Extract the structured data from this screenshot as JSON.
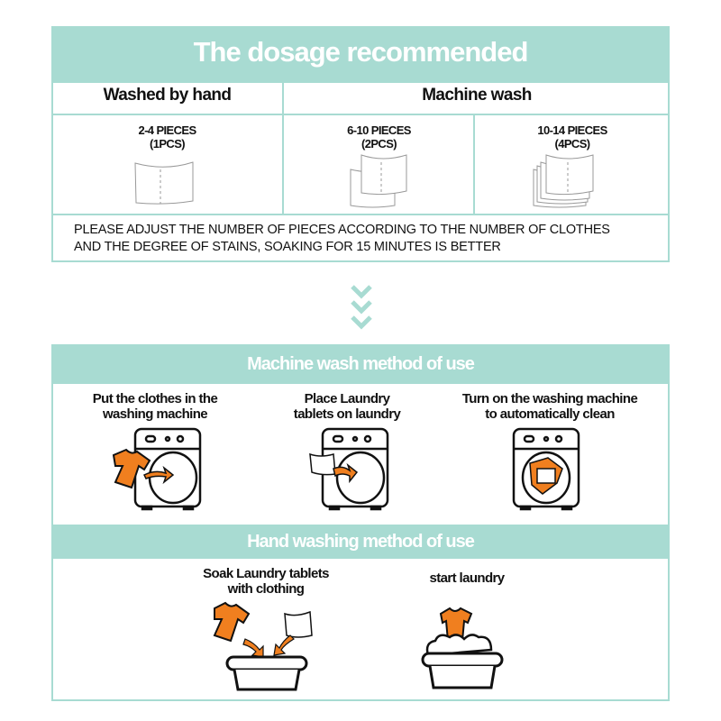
{
  "dosage": {
    "title": "The dosage recommended",
    "col_hand": "Washed by hand",
    "col_machine": "Machine wash",
    "cells": [
      {
        "pieces": "2-4 PIECES",
        "tablets": "(1PCS)"
      },
      {
        "pieces": "6-10 PIECES",
        "tablets": "(2PCS)"
      },
      {
        "pieces": "10-14 PIECES",
        "tablets": "(4PCS)"
      }
    ],
    "note_line1": "PLEASE ADJUST THE NUMBER OF PIECES ACCORDING TO THE NUMBER OF CLOTHES",
    "note_line2": "AND THE DEGREE OF STAINS, SOAKING FOR 15 MINUTES IS BETTER"
  },
  "machine": {
    "title": "Machine wash method of use",
    "steps": [
      {
        "line1": "Put the clothes in the",
        "line2": "washing machine"
      },
      {
        "line1": "Place Laundry",
        "line2": "tablets on laundry"
      },
      {
        "line1": "Turn on the washing machine",
        "line2": "to automatically clean"
      }
    ]
  },
  "hand": {
    "title": "Hand washing method of use",
    "steps": [
      {
        "line1": "Soak Laundry tablets",
        "line2": "with clothing"
      },
      {
        "line1": "start laundry"
      }
    ]
  },
  "colors": {
    "teal": "#a8dbd2",
    "orange": "#f07f1f"
  }
}
